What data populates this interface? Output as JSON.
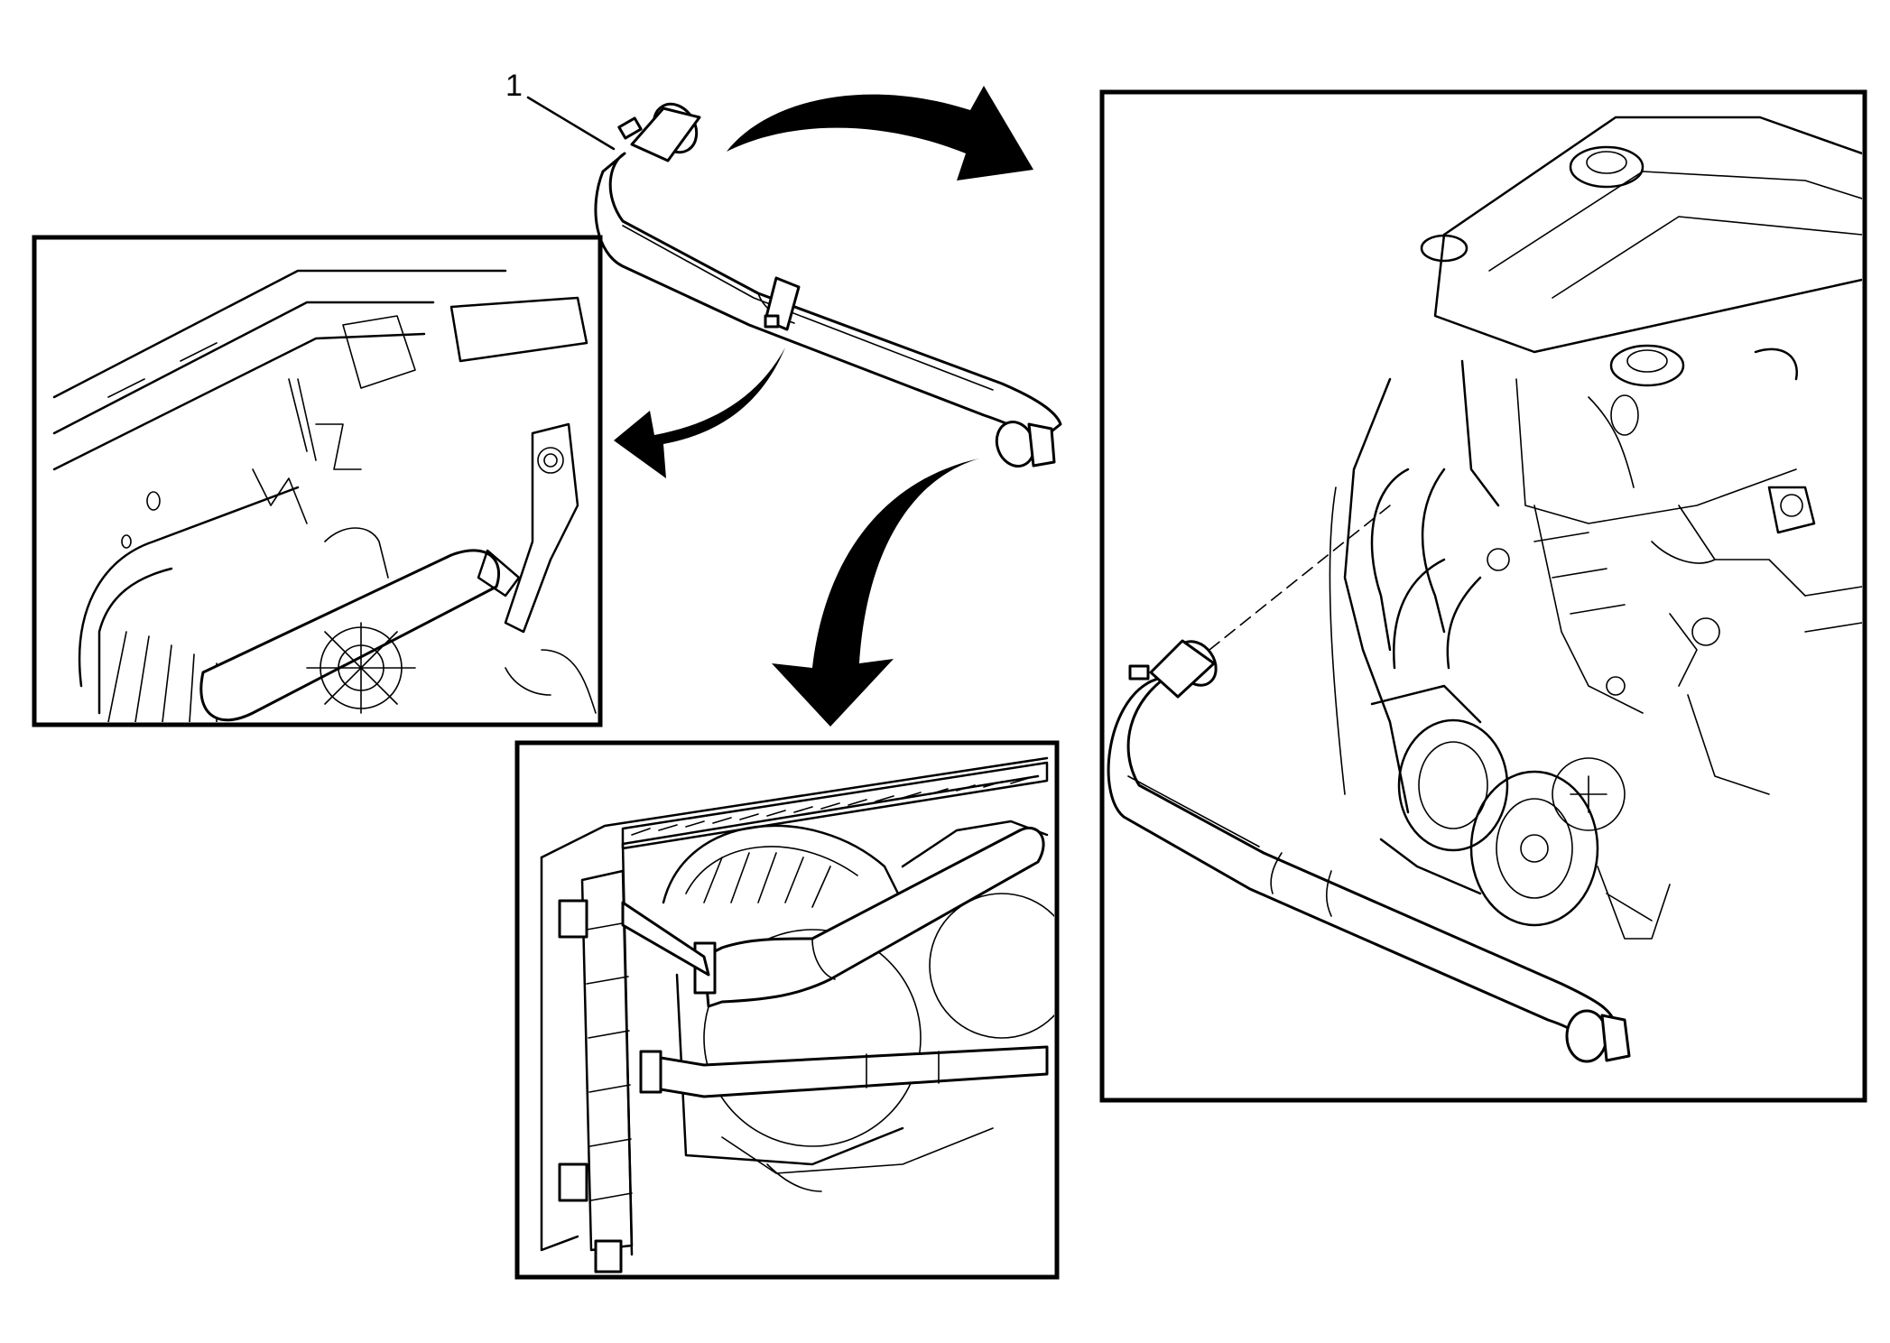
{
  "figure": {
    "callouts": [
      {
        "label": "1"
      }
    ],
    "views": [
      "hose-part-view",
      "radiator-upper-view",
      "radiator-lower-view",
      "engine-view"
    ]
  }
}
